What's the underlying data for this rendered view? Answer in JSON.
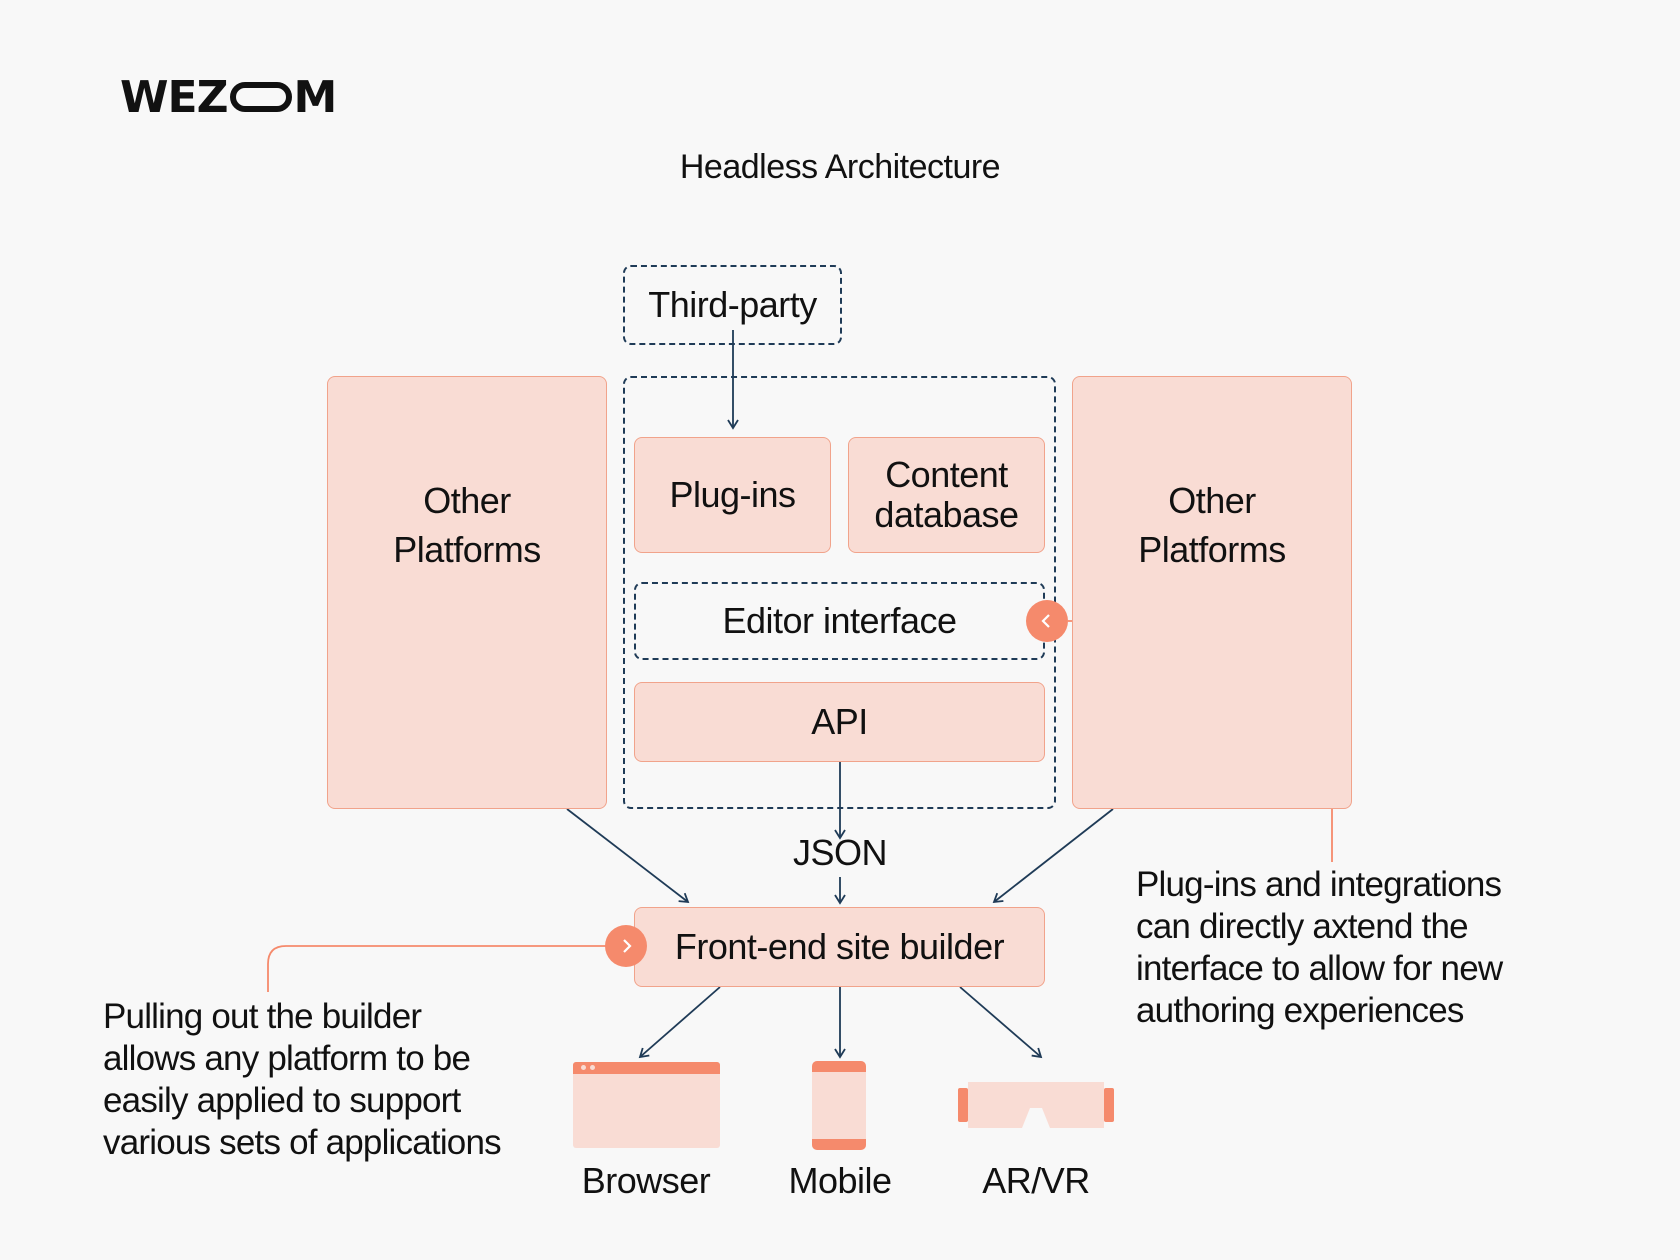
{
  "logo": {
    "text_left": "WEZ",
    "text_right": "M"
  },
  "title": "Headless Architecture",
  "boxes": {
    "third_party": "Third-party",
    "plugins": "Plug-ins",
    "content_db_line1": "Content",
    "content_db_line2": "database",
    "editor": "Editor interface",
    "api": "API",
    "frontend": "Front-end site builder",
    "other_left_line1": "Other",
    "other_left_line2": "Platforms",
    "other_right_line1": "Other",
    "other_right_line2": "Platforms"
  },
  "json_label": "JSON",
  "devices": {
    "browser": "Browser",
    "mobile": "Mobile",
    "arvr": "AR/VR"
  },
  "notes": {
    "left": [
      "Pulling out the builder",
      "allows any platform to be",
      "easily applied to support",
      "various sets of applications"
    ],
    "right": [
      "Plug-ins and integrations",
      "can directly axtend the",
      "interface to allow for new",
      "authoring experiences"
    ]
  },
  "colors": {
    "accent": "#f58a6c",
    "box_fill": "#f9dcd4",
    "box_border": "#f1a38b",
    "line": "#1f3b57"
  },
  "icons": {
    "left_callout": "chevron-right-icon",
    "right_callout": "chevron-left-icon"
  }
}
